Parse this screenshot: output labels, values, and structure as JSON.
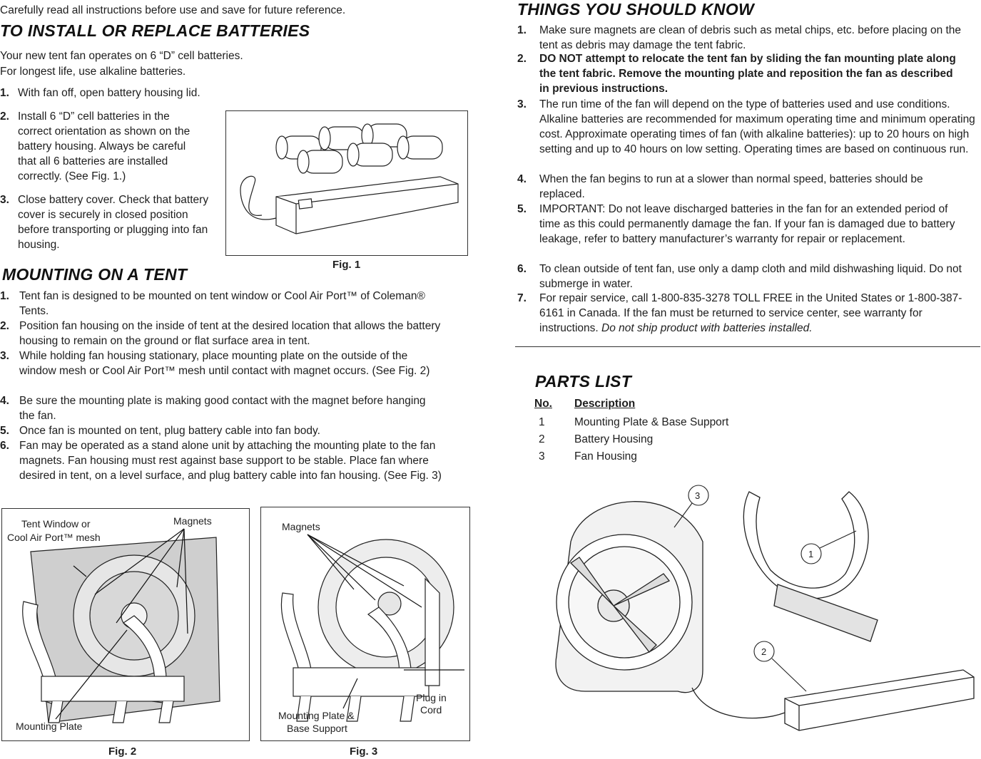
{
  "intro": "Carefully read all instructions before use and save for future reference.",
  "install": {
    "heading": "TO INSTALL OR REPLACE BATTERIES",
    "p1": "Your new tent fan operates on 6 “D” cell batteries.",
    "p2": "For longest life, use alkaline batteries.",
    "steps": [
      {
        "n": "1.",
        "text": "With fan off, open battery housing lid."
      },
      {
        "n": "2.",
        "text": "Install 6 “D” cell batteries in the correct orientation as shown on the battery housing. Always be careful that all 6 batteries are installed correctly. (See Fig. 1.)"
      },
      {
        "n": "3.",
        "text": "Close battery cover. Check that battery cover is securely in closed position before transporting or plugging into fan housing."
      }
    ]
  },
  "fig1": {
    "caption": "Fig. 1"
  },
  "mounting": {
    "heading": "MOUNTING ON A TENT",
    "steps": [
      {
        "n": "1.",
        "text": "Tent fan is designed to be mounted on tent window or Cool Air Port™ of Coleman® Tents."
      },
      {
        "n": "2.",
        "text": "Position fan housing on the inside of tent at the desired location that allows the battery housing to remain on the ground or flat surface area in tent."
      },
      {
        "n": "3.",
        "text": "While holding fan housing stationary, place mounting plate on the outside of the window mesh or Cool Air Port™ mesh until contact with magnet occurs. (See Fig. 2)"
      },
      {
        "n": "4.",
        "text": "Be sure the mounting plate is making good contact with the magnet before hanging the fan."
      },
      {
        "n": "5.",
        "text": "Once fan is mounted on tent, plug battery cable into fan body."
      },
      {
        "n": "6.",
        "text": "Fan may be operated as a stand alone unit by attaching the mounting plate to the fan magnets. Fan housing must rest against base support to be stable. Place fan where desired in tent, on a level surface, and plug battery cable into fan housing. (See Fig. 3)"
      }
    ]
  },
  "fig2": {
    "caption": "Fig. 2",
    "label_window": "Tent Window or",
    "label_mesh": "Cool Air Port™ mesh",
    "label_magnets": "Magnets",
    "label_plate": "Mounting Plate"
  },
  "fig3": {
    "caption": "Fig. 3",
    "label_magnets": "Magnets",
    "label_plate1": "Mounting Plate &",
    "label_plate2": "Base Support",
    "label_plug1": "Plug in",
    "label_plug2": "Cord"
  },
  "know": {
    "heading": "THINGS YOU SHOULD KNOW",
    "items": [
      {
        "n": "1.",
        "text": "Make sure magnets are clean of debris such as metal chips, etc. before placing on the tent as debris may damage the tent fabric."
      },
      {
        "n": "2.",
        "text": "DO NOT attempt to relocate the tent fan by sliding the fan mounting plate along the tent fabric. Remove the mounting plate and reposition the fan as described in previous instructions."
      },
      {
        "n": "3.",
        "text": "The run time of the fan will depend on the type of batteries used and use conditions. Alkaline batteries are recommended for maximum operating time and minimum operating cost. Approximate operating times of fan (with alkaline batteries): up to 20 hours on high setting and up to 40 hours on low setting. Operating times are based on continuous run."
      },
      {
        "n": "4.",
        "text": "When the fan begins to run at a slower than normal speed, batteries should be replaced."
      },
      {
        "n": "5.",
        "text": "IMPORTANT: Do not leave discharged batteries in the fan for an extended period of time as this could permanently damage the fan. If your fan is damaged due to battery leakage, refer to battery manufacturer’s warranty for repair or replacement."
      },
      {
        "n": "6.",
        "text": "To clean outside of tent fan, use only a damp cloth and mild dishwashing liquid. Do not submerge in water."
      },
      {
        "n": "7.",
        "text": "For repair service, call 1-800-835-3278 TOLL FREE in the United States or 1-800-387-6161 in Canada. If the fan must be returned to service center, see warranty for instructions.",
        "text_italic": "Do not ship product with batteries installed."
      }
    ]
  },
  "parts": {
    "heading": "PARTS LIST",
    "col_no": "No.",
    "col_desc": "Description",
    "rows": [
      {
        "no": "1",
        "desc": "Mounting Plate & Base Support"
      },
      {
        "no": "2",
        "desc": "Battery Housing"
      },
      {
        "no": "3",
        "desc": "Fan Housing"
      }
    ],
    "callouts": [
      "1",
      "2",
      "3"
    ]
  }
}
